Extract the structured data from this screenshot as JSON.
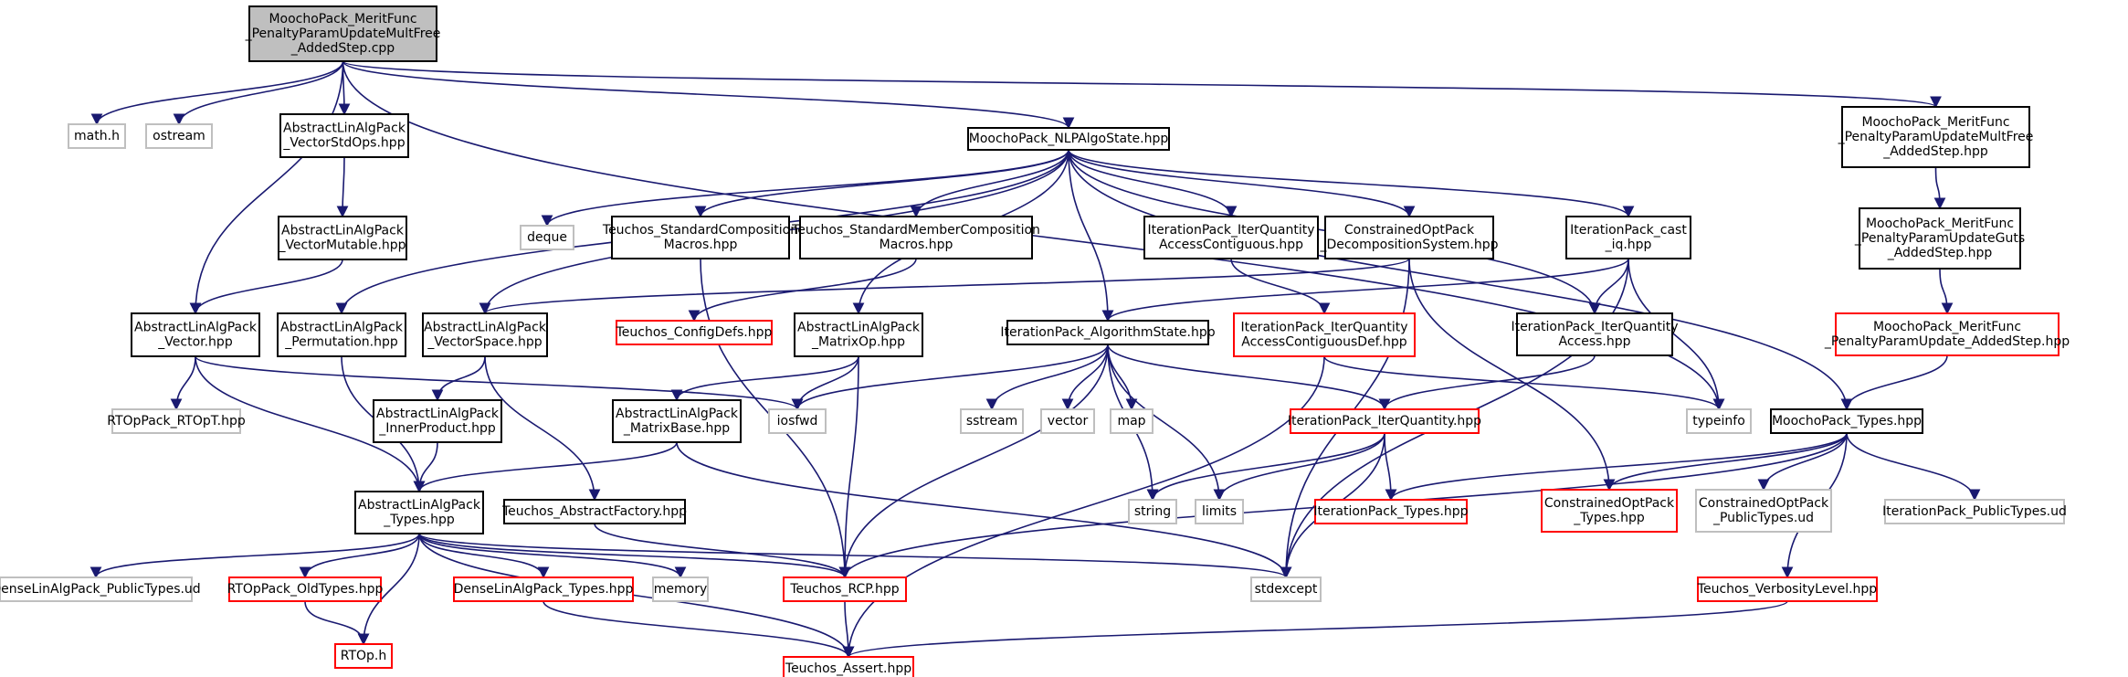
{
  "colors": {
    "root_fill": "#bfbfbf",
    "root_border": "#000000",
    "documented_border": "#000000",
    "missing_border": "#ff0000",
    "external_border": "#bfbfbf",
    "edge": "#191970"
  },
  "nodes": {
    "root": {
      "lines": [
        "MoochoPack_MeritFunc",
        "_PenaltyParamUpdateMultFree",
        "_AddedStep.cpp"
      ],
      "kind": "root"
    },
    "math_h": {
      "lines": [
        "math.h"
      ],
      "kind": "external"
    },
    "ostream": {
      "lines": [
        "ostream"
      ],
      "kind": "external"
    },
    "vector_std_ops": {
      "lines": [
        "AbstractLinAlgPack",
        "_VectorStdOps.hpp"
      ],
      "kind": "documented"
    },
    "nlp_algo_state": {
      "lines": [
        "MoochoPack_NLPAlgoState.hpp"
      ],
      "kind": "documented"
    },
    "merit_hpp": {
      "lines": [
        "MoochoPack_MeritFunc",
        "_PenaltyParamUpdateMultFree",
        "_AddedStep.hpp"
      ],
      "kind": "documented"
    },
    "deque": {
      "lines": [
        "deque"
      ],
      "kind": "external"
    },
    "teuchos_std_comp": {
      "lines": [
        "Teuchos_StandardComposition",
        "Macros.hpp"
      ],
      "kind": "documented"
    },
    "teuchos_std_member": {
      "lines": [
        "Teuchos_StandardMemberComposition",
        "Macros.hpp"
      ],
      "kind": "documented"
    },
    "iter_qty_contig": {
      "lines": [
        "IterationPack_IterQuantity",
        "AccessContiguous.hpp"
      ],
      "kind": "documented"
    },
    "constrained_decomp": {
      "lines": [
        "ConstrainedOptPack",
        "_DecompositionSystem.hpp"
      ],
      "kind": "documented"
    },
    "cast_iq": {
      "lines": [
        "IterationPack_cast",
        "_iq.hpp"
      ],
      "kind": "documented"
    },
    "vector_mutable": {
      "lines": [
        "AbstractLinAlgPack",
        "_VectorMutable.hpp"
      ],
      "kind": "documented"
    },
    "penalty_guts": {
      "lines": [
        "MoochoPack_MeritFunc",
        "_PenaltyParamUpdateGuts",
        "_AddedStep.hpp"
      ],
      "kind": "documented"
    },
    "alp_vector": {
      "lines": [
        "AbstractLinAlgPack",
        "_Vector.hpp"
      ],
      "kind": "documented"
    },
    "alp_permutation": {
      "lines": [
        "AbstractLinAlgPack",
        "_Permutation.hpp"
      ],
      "kind": "documented"
    },
    "alp_vector_space": {
      "lines": [
        "AbstractLinAlgPack",
        "_VectorSpace.hpp"
      ],
      "kind": "documented"
    },
    "teuchos_config": {
      "lines": [
        "Teuchos_ConfigDefs.hpp"
      ],
      "kind": "missing"
    },
    "alp_matrix_op": {
      "lines": [
        "AbstractLinAlgPack",
        "_MatrixOp.hpp"
      ],
      "kind": "documented"
    },
    "algorithm_state": {
      "lines": [
        "IterationPack_AlgorithmState.hpp"
      ],
      "kind": "documented"
    },
    "iter_qty_contig_def": {
      "lines": [
        "IterationPack_IterQuantity",
        "AccessContiguousDef.hpp"
      ],
      "kind": "missing"
    },
    "iter_qty_access": {
      "lines": [
        "IterationPack_IterQuantity",
        "Access.hpp"
      ],
      "kind": "documented"
    },
    "penalty_update": {
      "lines": [
        "MoochoPack_MeritFunc",
        "_PenaltyParamUpdate_AddedStep.hpp"
      ],
      "kind": "missing"
    },
    "rtop_t": {
      "lines": [
        "RTOpPack_RTOpT.hpp"
      ],
      "kind": "external"
    },
    "alp_inner_product": {
      "lines": [
        "AbstractLinAlgPack",
        "_InnerProduct.hpp"
      ],
      "kind": "documented"
    },
    "alp_matrix_base": {
      "lines": [
        "AbstractLinAlgPack",
        "_MatrixBase.hpp"
      ],
      "kind": "documented"
    },
    "iosfwd": {
      "lines": [
        "iosfwd"
      ],
      "kind": "external"
    },
    "sstream": {
      "lines": [
        "sstream"
      ],
      "kind": "external"
    },
    "vector": {
      "lines": [
        "vector"
      ],
      "kind": "external"
    },
    "map": {
      "lines": [
        "map"
      ],
      "kind": "external"
    },
    "iter_quantity": {
      "lines": [
        "IterationPack_IterQuantity.hpp"
      ],
      "kind": "missing"
    },
    "typeinfo": {
      "lines": [
        "typeinfo"
      ],
      "kind": "external"
    },
    "moocho_types": {
      "lines": [
        "MoochoPack_Types.hpp"
      ],
      "kind": "documented"
    },
    "alp_types": {
      "lines": [
        "AbstractLinAlgPack",
        "_Types.hpp"
      ],
      "kind": "documented"
    },
    "teuchos_abstract_factory": {
      "lines": [
        "Teuchos_AbstractFactory.hpp"
      ],
      "kind": "documented"
    },
    "string": {
      "lines": [
        "string"
      ],
      "kind": "external"
    },
    "limits": {
      "lines": [
        "limits"
      ],
      "kind": "external"
    },
    "iter_types": {
      "lines": [
        "IterationPack_Types.hpp"
      ],
      "kind": "missing"
    },
    "constrained_types": {
      "lines": [
        "ConstrainedOptPack",
        "_Types.hpp"
      ],
      "kind": "missing"
    },
    "constrained_public": {
      "lines": [
        "ConstrainedOptPack",
        "_PublicTypes.ud"
      ],
      "kind": "external"
    },
    "iter_public": {
      "lines": [
        "IterationPack_PublicTypes.ud"
      ],
      "kind": "external"
    },
    "dense_public": {
      "lines": [
        "DenseLinAlgPack_PublicTypes.ud"
      ],
      "kind": "external"
    },
    "rtop_old_types": {
      "lines": [
        "RTOpPack_OldTypes.hpp"
      ],
      "kind": "missing"
    },
    "dense_types": {
      "lines": [
        "DenseLinAlgPack_Types.hpp"
      ],
      "kind": "missing"
    },
    "memory": {
      "lines": [
        "memory"
      ],
      "kind": "external"
    },
    "teuchos_rcp": {
      "lines": [
        "Teuchos_RCP.hpp"
      ],
      "kind": "missing"
    },
    "stdexcept": {
      "lines": [
        "stdexcept"
      ],
      "kind": "external"
    },
    "verbosity": {
      "lines": [
        "Teuchos_VerbosityLevel.hpp"
      ],
      "kind": "missing"
    },
    "rtop_h": {
      "lines": [
        "RTOp.h"
      ],
      "kind": "missing"
    },
    "teuchos_assert": {
      "lines": [
        "Teuchos_Assert.hpp"
      ],
      "kind": "missing"
    }
  },
  "edges": [
    [
      "root",
      "math_h"
    ],
    [
      "root",
      "ostream"
    ],
    [
      "root",
      "vector_std_ops"
    ],
    [
      "root",
      "nlp_algo_state"
    ],
    [
      "root",
      "merit_hpp"
    ],
    [
      "root",
      "alp_vector"
    ],
    [
      "root",
      "typeinfo"
    ],
    [
      "vector_std_ops",
      "vector_mutable"
    ],
    [
      "vector_mutable",
      "alp_vector"
    ],
    [
      "nlp_algo_state",
      "deque"
    ],
    [
      "nlp_algo_state",
      "teuchos_std_comp"
    ],
    [
      "nlp_algo_state",
      "teuchos_std_member"
    ],
    [
      "nlp_algo_state",
      "iter_qty_contig"
    ],
    [
      "nlp_algo_state",
      "constrained_decomp"
    ],
    [
      "nlp_algo_state",
      "cast_iq"
    ],
    [
      "nlp_algo_state",
      "alp_permutation"
    ],
    [
      "nlp_algo_state",
      "alp_vector_space"
    ],
    [
      "nlp_algo_state",
      "alp_matrix_op"
    ],
    [
      "nlp_algo_state",
      "algorithm_state"
    ],
    [
      "nlp_algo_state",
      "iter_qty_access"
    ],
    [
      "nlp_algo_state",
      "moocho_types"
    ],
    [
      "merit_hpp",
      "penalty_guts"
    ],
    [
      "penalty_guts",
      "penalty_update"
    ],
    [
      "penalty_update",
      "moocho_types"
    ],
    [
      "teuchos_std_comp",
      "teuchos_rcp"
    ],
    [
      "teuchos_std_member",
      "teuchos_config"
    ],
    [
      "iter_qty_contig",
      "iter_qty_contig_def"
    ],
    [
      "constrained_decomp",
      "alp_vector_space"
    ],
    [
      "constrained_decomp",
      "constrained_types"
    ],
    [
      "constrained_decomp",
      "stdexcept"
    ],
    [
      "cast_iq",
      "algorithm_state"
    ],
    [
      "cast_iq",
      "iter_qty_access"
    ],
    [
      "cast_iq",
      "typeinfo"
    ],
    [
      "cast_iq",
      "stdexcept"
    ],
    [
      "alp_vector",
      "rtop_t"
    ],
    [
      "alp_vector",
      "alp_types"
    ],
    [
      "alp_vector",
      "iosfwd"
    ],
    [
      "alp_permutation",
      "alp_types"
    ],
    [
      "alp_vector_space",
      "alp_inner_product"
    ],
    [
      "alp_vector_space",
      "teuchos_abstract_factory"
    ],
    [
      "alp_inner_product",
      "alp_types"
    ],
    [
      "alp_matrix_op",
      "alp_matrix_base"
    ],
    [
      "alp_matrix_op",
      "iosfwd"
    ],
    [
      "alp_matrix_op",
      "teuchos_rcp"
    ],
    [
      "alp_matrix_base",
      "alp_types"
    ],
    [
      "alp_matrix_base",
      "stdexcept"
    ],
    [
      "algorithm_state",
      "iosfwd"
    ],
    [
      "algorithm_state",
      "sstream"
    ],
    [
      "algorithm_state",
      "vector"
    ],
    [
      "algorithm_state",
      "map"
    ],
    [
      "algorithm_state",
      "string"
    ],
    [
      "algorithm_state",
      "limits"
    ],
    [
      "algorithm_state",
      "iter_quantity"
    ],
    [
      "algorithm_state",
      "teuchos_rcp"
    ],
    [
      "iter_qty_contig_def",
      "typeinfo"
    ],
    [
      "iter_qty_contig_def",
      "teuchos_assert"
    ],
    [
      "iter_qty_access",
      "iter_quantity"
    ],
    [
      "iter_quantity",
      "string"
    ],
    [
      "iter_quantity",
      "limits"
    ],
    [
      "iter_quantity",
      "iter_types"
    ],
    [
      "iter_quantity",
      "stdexcept"
    ],
    [
      "moocho_types",
      "iter_types"
    ],
    [
      "moocho_types",
      "constrained_types"
    ],
    [
      "moocho_types",
      "constrained_public"
    ],
    [
      "moocho_types",
      "iter_public"
    ],
    [
      "moocho_types",
      "teuchos_rcp"
    ],
    [
      "moocho_types",
      "verbosity"
    ],
    [
      "alp_types",
      "dense_public"
    ],
    [
      "alp_types",
      "rtop_old_types"
    ],
    [
      "alp_types",
      "rtop_h"
    ],
    [
      "alp_types",
      "dense_types"
    ],
    [
      "alp_types",
      "memory"
    ],
    [
      "alp_types",
      "teuchos_rcp"
    ],
    [
      "alp_types",
      "teuchos_assert"
    ],
    [
      "alp_types",
      "stdexcept"
    ],
    [
      "rtop_old_types",
      "rtop_h"
    ],
    [
      "teuchos_abstract_factory",
      "teuchos_rcp"
    ],
    [
      "dense_types",
      "teuchos_assert"
    ],
    [
      "teuchos_rcp",
      "teuchos_assert"
    ],
    [
      "verbosity",
      "teuchos_assert"
    ]
  ]
}
